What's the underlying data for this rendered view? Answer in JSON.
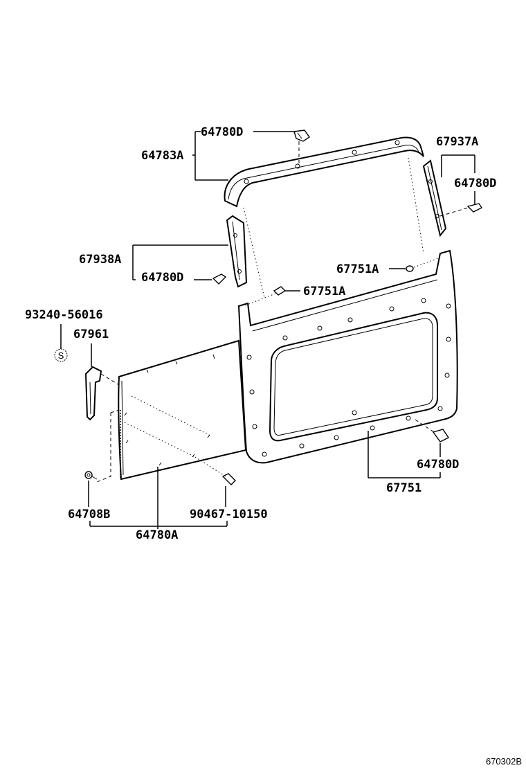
{
  "labels": {
    "l_64780D_top": "64780D",
    "l_64783A": "64783A",
    "l_67937A": "67937A",
    "l_64780D_right": "64780D",
    "l_67938A": "67938A",
    "l_64780D_left": "64780D",
    "l_67751A_right": "67751A",
    "l_67751A_mid": "67751A",
    "l_93240": "93240-56016",
    "l_S": "S",
    "l_67961": "67961",
    "l_64780D_bottom": "64780D",
    "l_67751": "67751",
    "l_64708B": "64708B",
    "l_90467": "90467-10150",
    "l_64780A": "64780A"
  },
  "reference_code": "670302B"
}
